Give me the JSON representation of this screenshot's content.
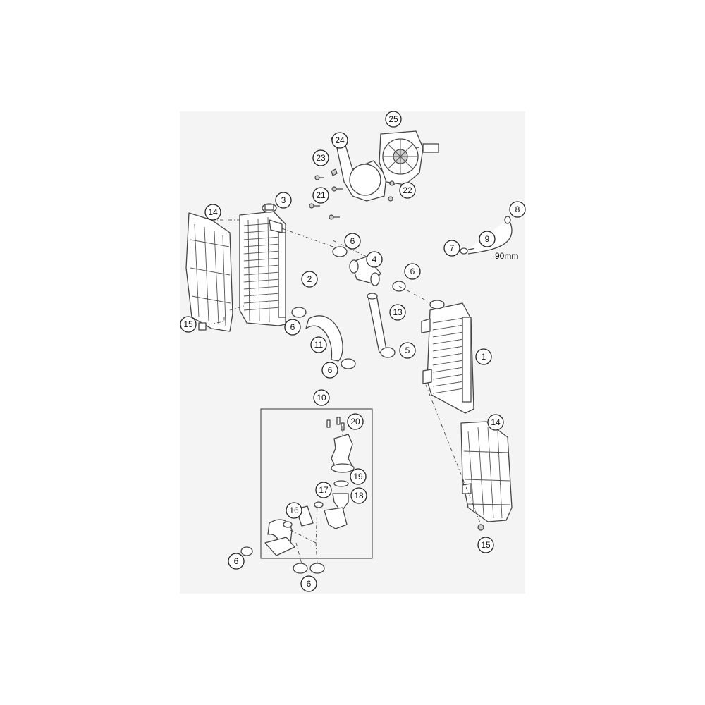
{
  "diagram": {
    "type": "exploded-parts-diagram",
    "callouts": [
      {
        "number": "1"
      },
      {
        "number": "2"
      },
      {
        "number": "3"
      },
      {
        "number": "4"
      },
      {
        "number": "5"
      },
      {
        "number": "6"
      },
      {
        "number": "6"
      },
      {
        "number": "6"
      },
      {
        "number": "6"
      },
      {
        "number": "6"
      },
      {
        "number": "6"
      },
      {
        "number": "7"
      },
      {
        "number": "8"
      },
      {
        "number": "9"
      },
      {
        "number": "10"
      },
      {
        "number": "11"
      },
      {
        "number": "13"
      },
      {
        "number": "14"
      },
      {
        "number": "14"
      },
      {
        "number": "15"
      },
      {
        "number": "15"
      },
      {
        "number": "16"
      },
      {
        "number": "17"
      },
      {
        "number": "18"
      },
      {
        "number": "19"
      },
      {
        "number": "20"
      },
      {
        "number": "21"
      },
      {
        "number": "22"
      },
      {
        "number": "23"
      },
      {
        "number": "24"
      },
      {
        "number": "25"
      }
    ],
    "dimension_label": "90mm"
  }
}
